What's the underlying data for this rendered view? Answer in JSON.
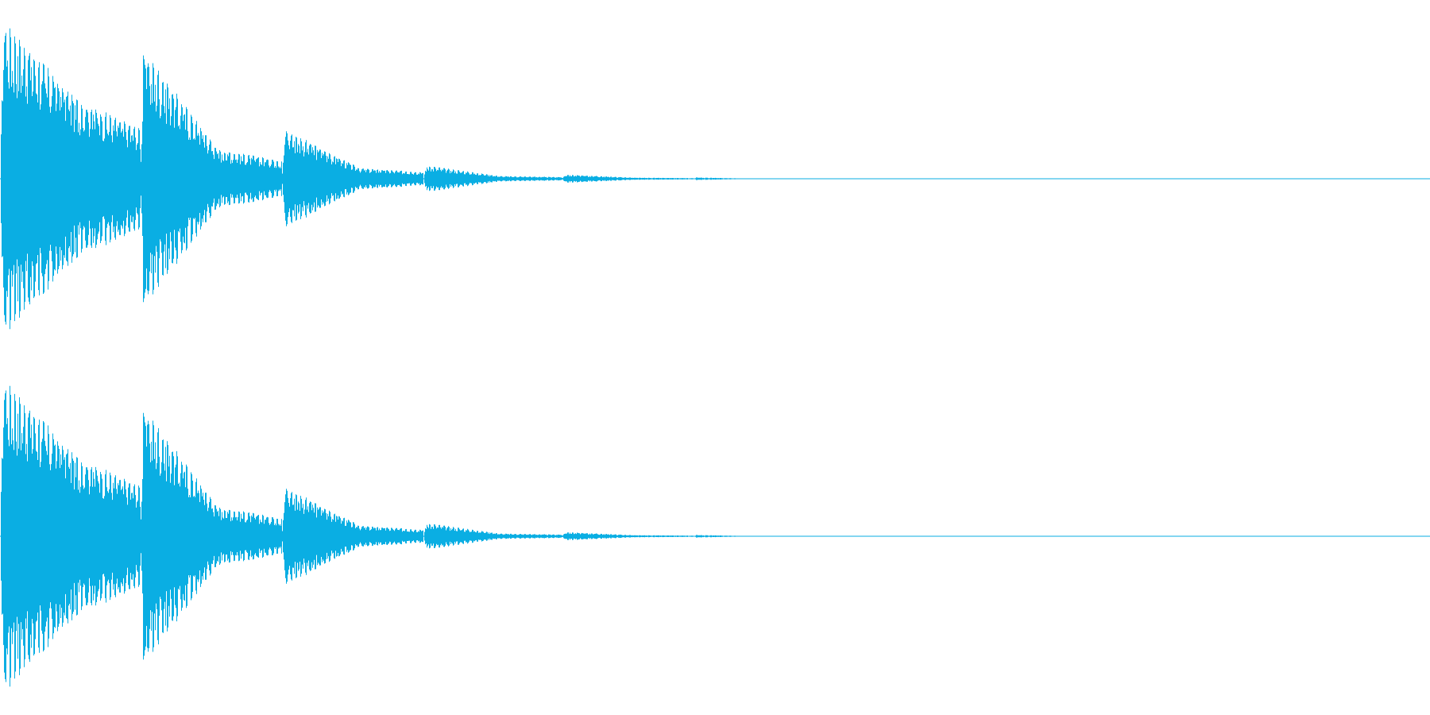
{
  "waveform": {
    "color": "#0aaee3",
    "channels": [
      "left",
      "right"
    ],
    "segments": [
      {
        "start": 0.0,
        "attack": 0.95,
        "sustain": 0.3,
        "decayEnd": 0.098
      },
      {
        "start": 0.098,
        "attack": 0.78,
        "sustain": 0.11,
        "decayEnd": 0.197
      },
      {
        "start": 0.197,
        "attack": 0.3,
        "sustain": 0.04,
        "decayEnd": 0.296
      },
      {
        "start": 0.296,
        "attack": 0.08,
        "sustain": 0.01,
        "decayEnd": 0.393
      },
      {
        "start": 0.393,
        "attack": 0.025,
        "sustain": 0.004,
        "decayEnd": 0.485
      },
      {
        "start": 0.485,
        "attack": 0.008,
        "sustain": 0.001,
        "decayEnd": 0.55
      }
    ]
  }
}
